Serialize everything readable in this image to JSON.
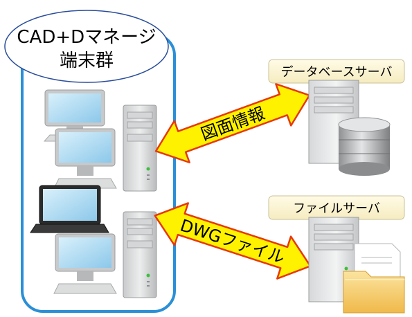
{
  "terminal_group": {
    "title_line1": "CAD+Dマネージ",
    "title_line2": "端末群"
  },
  "servers": {
    "database": {
      "label": "データベースサーバ"
    },
    "file": {
      "label": "ファイルサーバ"
    }
  },
  "arrows": {
    "top": {
      "label": "図面情報"
    },
    "bottom": {
      "label": "DWGファイル"
    }
  },
  "colors": {
    "group_border": "#2a8fd6",
    "arrow_fill": "#fff200",
    "arrow_stroke": "#e8380d",
    "label_box_fill": "#fdf6d0",
    "label_box_stroke": "#c8c09a",
    "ellipse_stroke": "#2a4d9b"
  }
}
